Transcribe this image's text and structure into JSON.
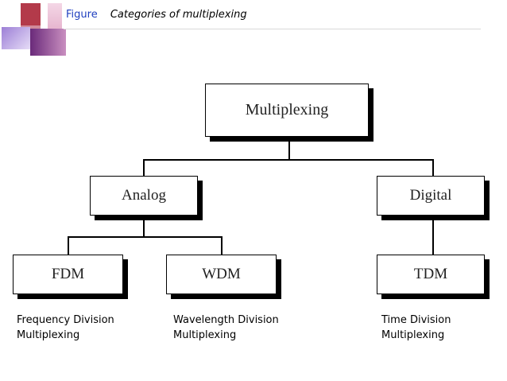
{
  "slide": {
    "figure_label": "Figure",
    "caption": "Categories of multiplexing"
  },
  "diagram": {
    "root": "Multiplexing",
    "branches": {
      "analog": "Analog",
      "digital": "Digital"
    },
    "leaves": {
      "fdm": "FDM",
      "wdm": "WDM",
      "tdm": "TDM"
    },
    "descriptions": {
      "fdm": {
        "line1": "Frequency Division",
        "line2": "Multiplexing"
      },
      "wdm": {
        "line1": "Wavelength Division",
        "line2": "Multiplexing"
      },
      "tdm": {
        "line1": "Time Division",
        "line2": "Multiplexing"
      }
    }
  },
  "colors": {
    "figure_label": "#1f3fbf",
    "deco_dark": "#8b2252",
    "deco_light": "#d7a3c9",
    "deco_purple": "#7b3fa0"
  }
}
